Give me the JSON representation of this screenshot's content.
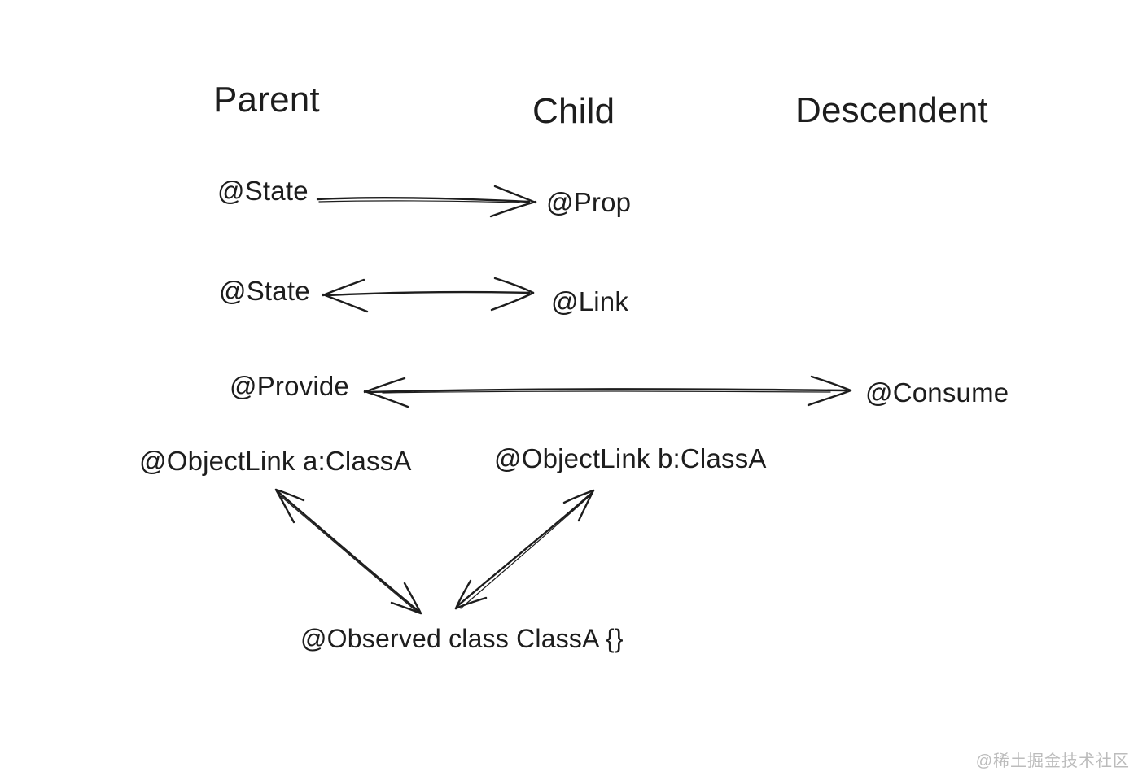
{
  "page": {
    "background": "#ffffff",
    "ink_color": "#1d1d1d",
    "watermark_color": "#bcbcbc"
  },
  "headers": {
    "parent": "Parent",
    "child": "Child",
    "descendent": "Descendent"
  },
  "labels": {
    "state1": "@State",
    "prop": "@Prop",
    "state2": "@State",
    "link": "@Link",
    "provide": "@Provide",
    "consume": "@Consume",
    "objectlink_a": "@ObjectLink a:ClassA",
    "objectlink_b": "@ObjectLink b:ClassA",
    "observed": "@Observed class ClassA {}"
  },
  "relations": [
    {
      "from": "@State",
      "to": "@Prop",
      "from_column": "Parent",
      "to_column": "Child",
      "direction": "one-way"
    },
    {
      "from": "@State",
      "to": "@Link",
      "from_column": "Parent",
      "to_column": "Child",
      "direction": "two-way"
    },
    {
      "from": "@Provide",
      "to": "@Consume",
      "from_column": "Parent",
      "to_column": "Descendent",
      "direction": "two-way"
    },
    {
      "from": "@ObjectLink a:ClassA",
      "to": "@Observed class ClassA {}",
      "direction": "two-way"
    },
    {
      "from": "@ObjectLink b:ClassA",
      "to": "@Observed class ClassA {}",
      "direction": "two-way"
    }
  ],
  "watermark": {
    "text": "@稀土掘金技术社区"
  }
}
